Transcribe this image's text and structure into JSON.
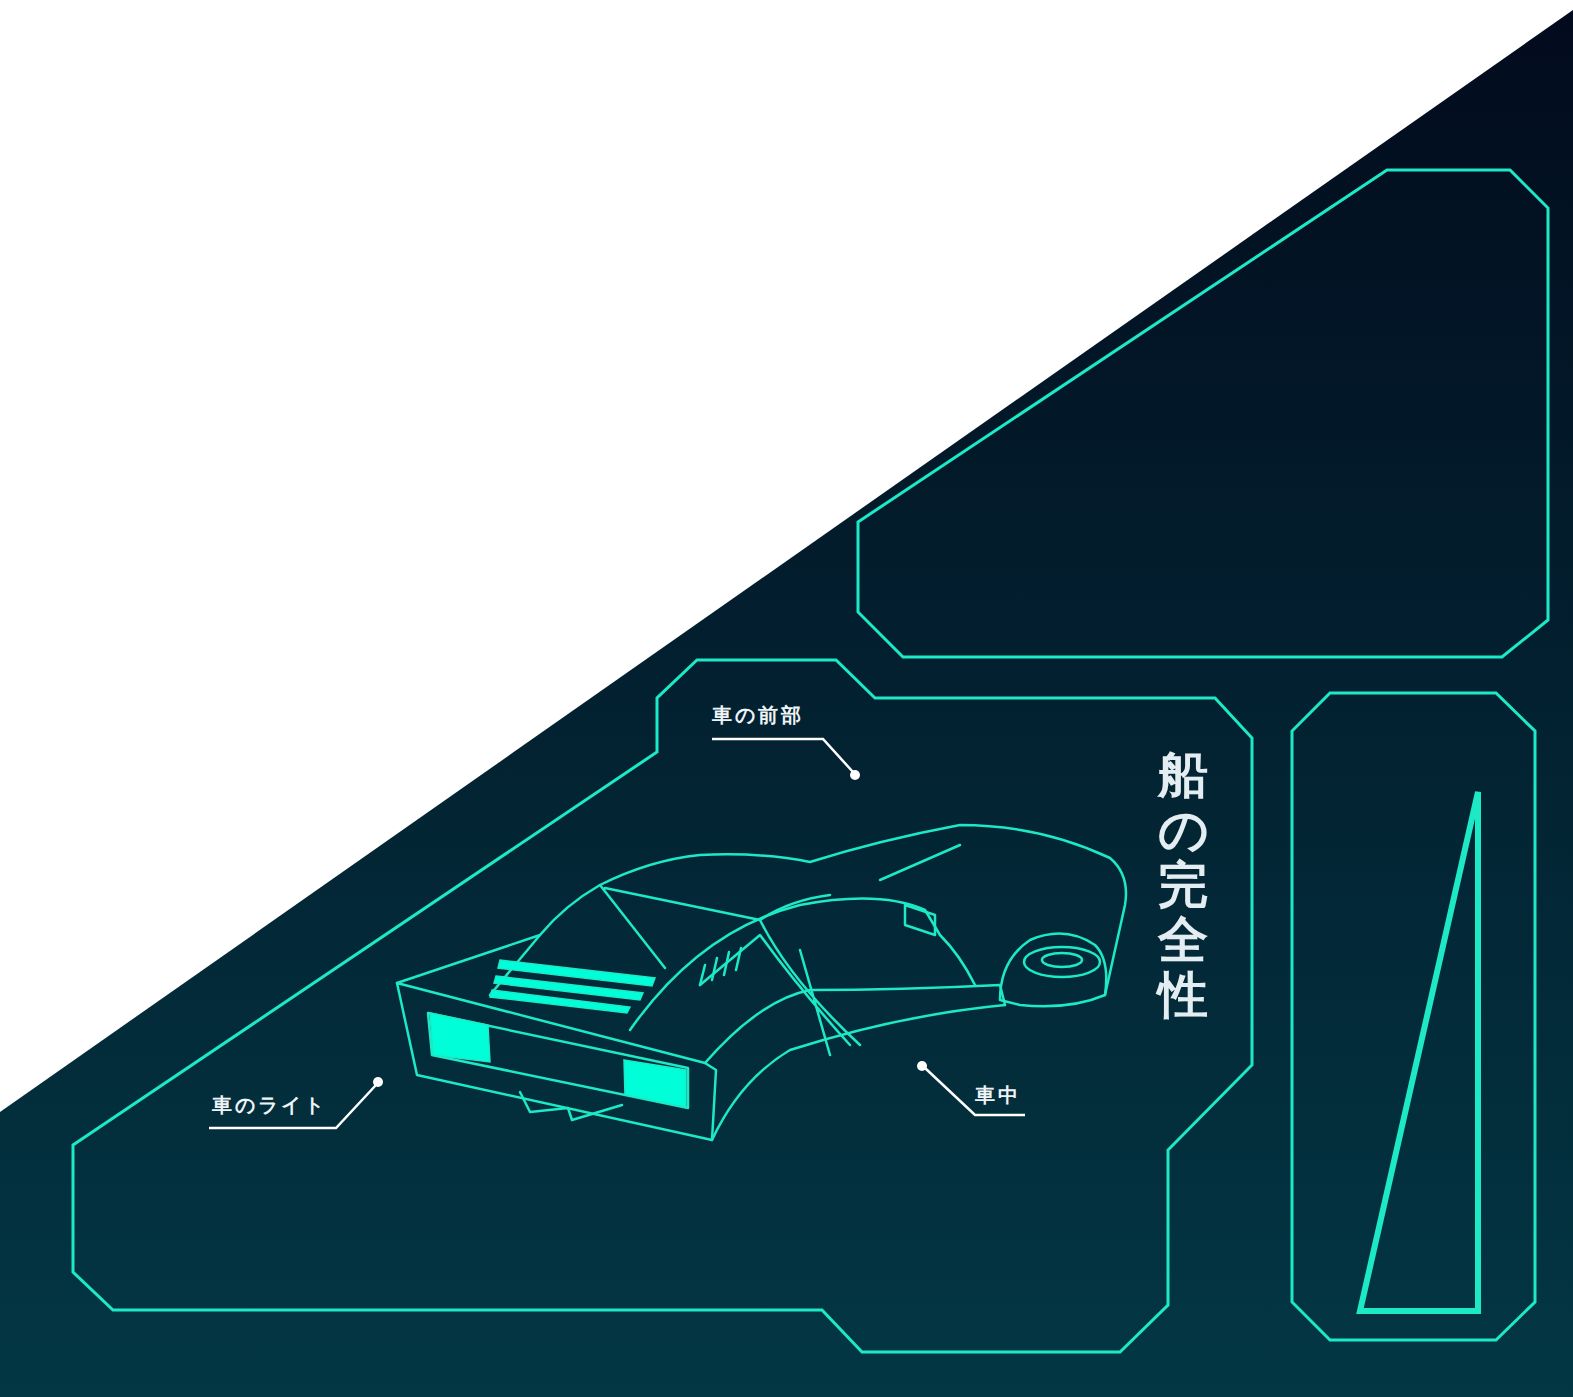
{
  "diagram": {
    "title": "船の完全性",
    "labels": [
      "車の前部",
      "車のライト",
      "車中"
    ]
  }
}
